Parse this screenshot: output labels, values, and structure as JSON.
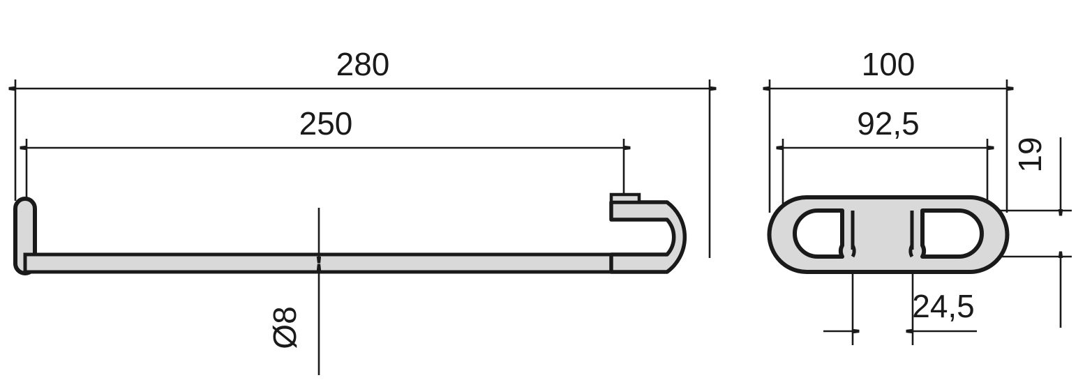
{
  "drawing": {
    "type": "technical-engineering-drawing",
    "description": "Two-view dimensioned drawing of a J-hook towel rail / bar bracket",
    "units": "mm",
    "background_color": "#ffffff",
    "line_color": "#1a1a1a",
    "fill_color": "#d9d9d9",
    "views": [
      {
        "id": "side-view",
        "name": "Side view (length)",
        "position": "left"
      },
      {
        "id": "section-view",
        "name": "Cross section (end view)",
        "position": "right"
      }
    ]
  },
  "dimensions": {
    "overall_length": {
      "label": "280",
      "value": 280,
      "view": "side-view",
      "orientation": "horizontal"
    },
    "inner_length": {
      "label": "250",
      "value": 250,
      "view": "side-view",
      "orientation": "horizontal"
    },
    "bar_diameter": {
      "label": "Ø8",
      "symbol": "Ø",
      "value": 8,
      "view": "side-view",
      "orientation": "vertical",
      "text_rotation": -90
    },
    "section_width": {
      "label": "100",
      "value": 100,
      "view": "section-view",
      "orientation": "horizontal"
    },
    "section_inner_width": {
      "label": "92,5",
      "value": 92.5,
      "view": "section-view",
      "orientation": "horizontal"
    },
    "section_height": {
      "label": "19",
      "value": 19,
      "view": "section-view",
      "orientation": "vertical",
      "text_rotation": -90
    },
    "slot_gap": {
      "label": "24,5",
      "value": 24.5,
      "view": "section-view",
      "orientation": "horizontal"
    }
  },
  "colors": {
    "outline": "#1a1a1a",
    "fill": "#d9d9d9",
    "background": "#ffffff"
  }
}
